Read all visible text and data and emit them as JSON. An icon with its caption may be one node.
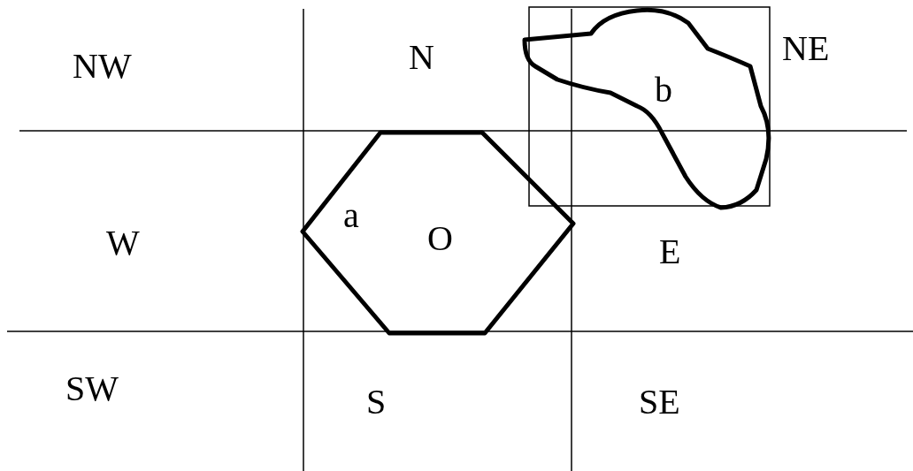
{
  "diagram": {
    "nodes": [
      {
        "text": [
          "a",
          "O"
        ]
      },
      {
        "text": [
          "b"
        ]
      }
    ],
    "edges": [],
    "labels": [
      "NW",
      "N",
      "NE",
      "W",
      "E",
      "SW",
      "S",
      "SE"
    ]
  }
}
